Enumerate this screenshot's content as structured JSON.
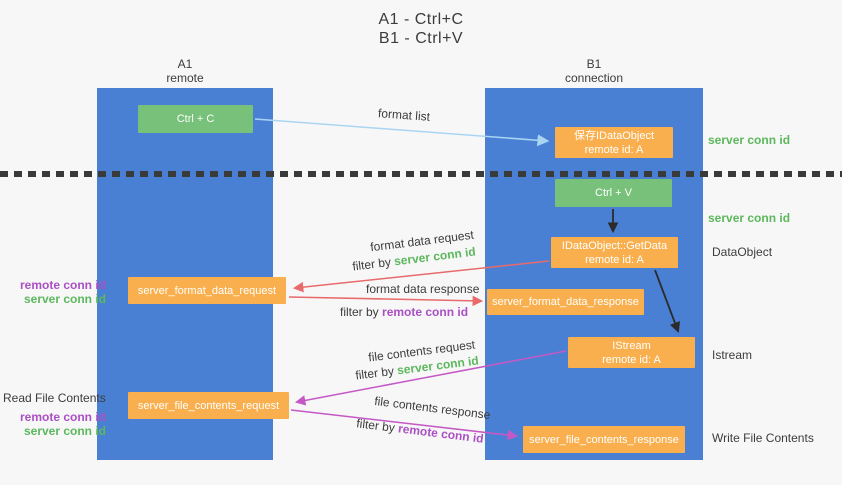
{
  "title": {
    "line1": "A1 - Ctrl+C",
    "line2": "B1 - Ctrl+V"
  },
  "columns": {
    "left": {
      "name": "A1",
      "subtitle": "remote"
    },
    "right": {
      "name": "B1",
      "subtitle": "connection"
    }
  },
  "nodes": {
    "ctrl_c": "Ctrl + C",
    "ctrl_v": "Ctrl + V",
    "save_dataobject": {
      "line1": "保存IDataObject",
      "line2": "remote id: A"
    },
    "getdata": {
      "line1": "IDataObject::GetData",
      "line2": "remote id: A"
    },
    "istream": {
      "line1": "IStream",
      "line2": "remote id: A"
    },
    "format_request": "server_format_data_request",
    "format_response": "server_format_data_response",
    "file_request": "server_file_contents_request",
    "file_response": "server_file_contents_response"
  },
  "arrow_labels": {
    "format_list": "format list",
    "format_data_request": "format data request",
    "format_data_response": "format data response",
    "file_contents_request": "file contents request",
    "file_contents_response": "file contents response",
    "filter_by": "filter by",
    "server_conn_id": "server conn id",
    "remote_conn_id": "remote conn id"
  },
  "side_labels": {
    "right_server_conn_id_1": "server conn id",
    "right_server_conn_id_2": "server conn id",
    "dataobject": "DataObject",
    "istream": "Istream",
    "write_file_contents": "Write File Contents",
    "read_file_contents": "Read File Contents",
    "left_remote_conn_id_1": "remote conn id",
    "left_server_conn_id_1": "server conn id",
    "left_remote_conn_id_2": "remote conn id",
    "left_server_conn_id_2": "server conn id"
  },
  "colors": {
    "background": "#f7f7f8",
    "lifeline_blue": "#4a80d4",
    "node_green": "#77c17a",
    "node_orange": "#f9af4d",
    "arrow_light_blue": "#a9d5f2",
    "arrow_red": "#e86a6a",
    "arrow_magenta": "#c558c5",
    "arrow_black": "#2b2b2b",
    "label_green": "#5cb85c",
    "label_purple": "#ab4fc4",
    "text_dark": "#3c3c3c"
  }
}
